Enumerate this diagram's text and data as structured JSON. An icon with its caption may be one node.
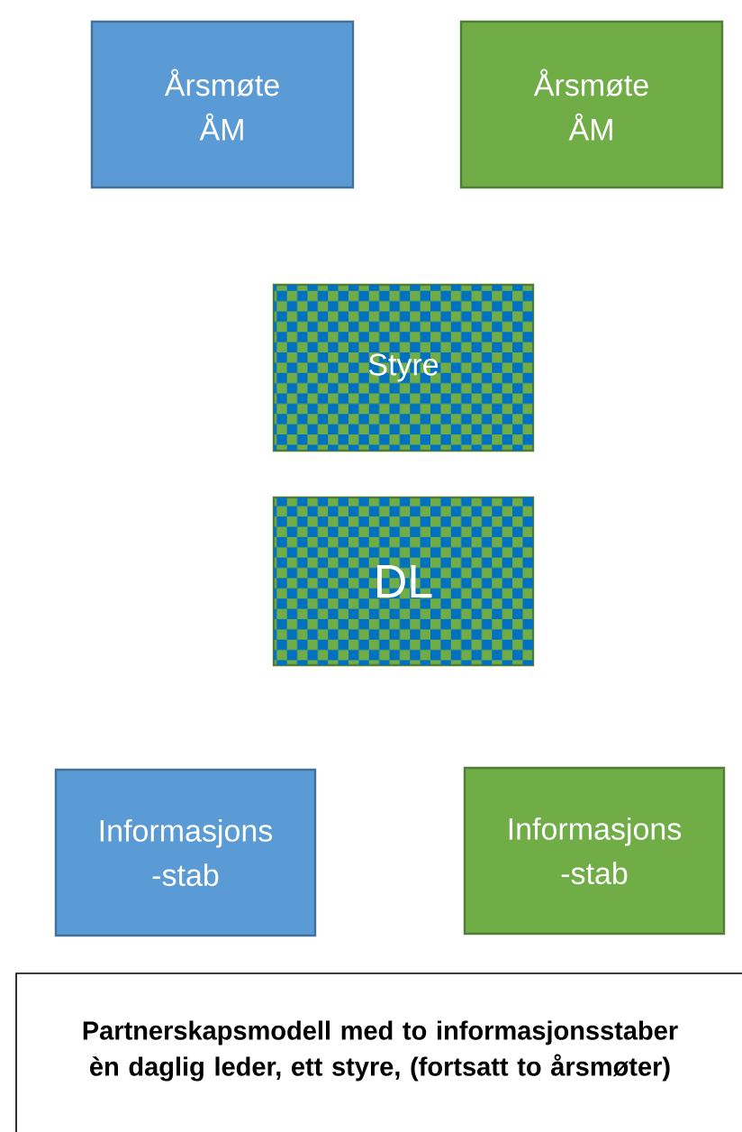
{
  "diagram": {
    "caption": "Partnerskapsmodell med to informasjonsstaber èn daglig leder, ett styre, (fortsatt to årsmøter)",
    "nodes": [
      {
        "text": [
          "Årsmøte ÅM"
        ]
      },
      {
        "text": [
          "Årsmøte ÅM"
        ]
      },
      {
        "text": [
          "Styre"
        ]
      },
      {
        "text": [
          "DL"
        ]
      },
      {
        "text": [
          "Informasjons -stab"
        ]
      },
      {
        "text": [
          "Informasjons -stab"
        ]
      }
    ],
    "edges": []
  }
}
